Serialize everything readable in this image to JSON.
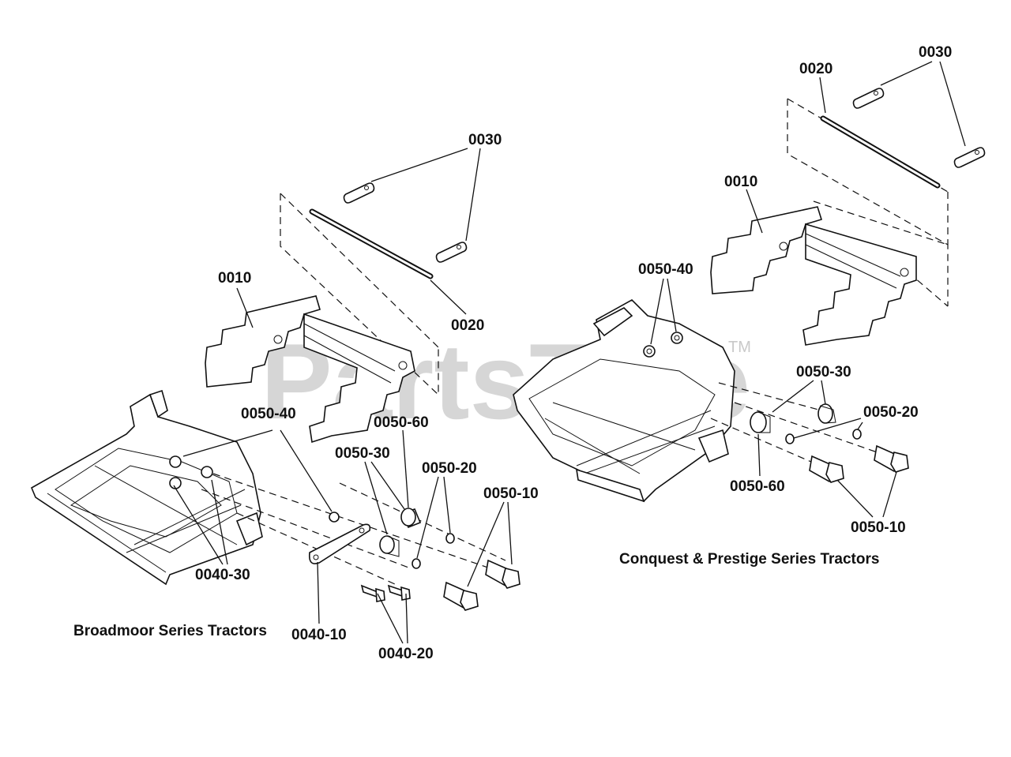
{
  "left_assembly": {
    "caption": "Broadmoor Series Tractors",
    "labels": {
      "c0030": "0030",
      "c0020": "0020",
      "c0010": "0010",
      "c0050_40": "0050-40",
      "c0050_60": "0050-60",
      "c0050_30": "0050-30",
      "c0050_20": "0050-20",
      "c0050_10": "0050-10",
      "c0040_30": "0040-30",
      "c0040_10": "0040-10",
      "c0040_20": "0040-20"
    }
  },
  "right_assembly": {
    "caption": "Conquest & Prestige Series Tractors",
    "labels": {
      "c0020": "0020",
      "c0030": "0030",
      "c0010": "0010",
      "c0050_40": "0050-40",
      "c0050_30": "0050-30",
      "c0050_20": "0050-20",
      "c0050_60": "0050-60",
      "c0050_10": "0050-10"
    }
  },
  "watermark": {
    "text": "PartsTree",
    "trademark": "TM"
  }
}
